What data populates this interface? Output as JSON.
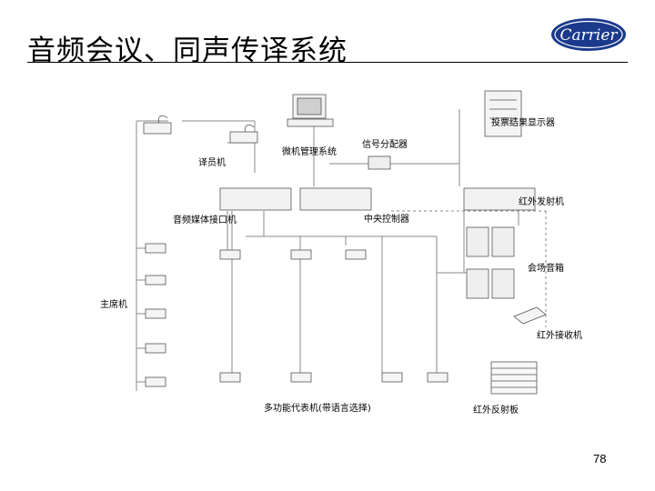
{
  "slide": {
    "title": "音频会议、同声传译系统",
    "page_number": "78",
    "logo_text": "Carrier"
  },
  "labels": {
    "vote_display": "投票结果显示器",
    "signal_distributor": "信号分配器",
    "pc_management": "微机管理系统",
    "interpreter_unit": "译员机",
    "media_interface": "音频媒体接口机",
    "central_controller": "中央控制器",
    "ir_transmitter": "红外发射机",
    "venue_speaker": "会场音箱",
    "chairman_unit": "主席机",
    "ir_receiver": "红外接收机",
    "delegate_unit": "多功能代表机(带语言选择)",
    "ir_radiator": "红外反射板"
  },
  "colors": {
    "line": "#8a8a8a",
    "device": "#555555",
    "logo": "#1b3a8c"
  }
}
